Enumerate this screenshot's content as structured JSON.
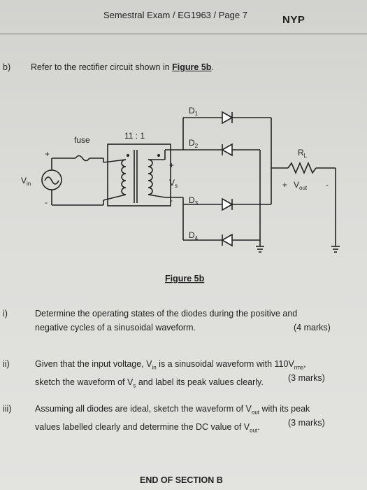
{
  "header": {
    "title": "Semestral Exam / EG1963 / Page 7",
    "logo_text": "NYP"
  },
  "question": {
    "label": "b)",
    "intro": "Refer to the rectifier circuit shown in ",
    "intro_link": "Figure 5b",
    "intro_end": "."
  },
  "figure": {
    "caption": "Figure 5b",
    "fuse_label": "fuse",
    "ratio_label": "11 : 1",
    "vin": "V",
    "vin_sub": "in",
    "vs": "V",
    "vs_sub": "s",
    "rl": "R",
    "rl_sub": "L",
    "vout": "V",
    "vout_sub": "out",
    "plus": "+",
    "minus": "-",
    "diodes": [
      {
        "name": "D",
        "sub": "1"
      },
      {
        "name": "D",
        "sub": "2"
      },
      {
        "name": "D",
        "sub": "3"
      },
      {
        "name": "D",
        "sub": "4"
      }
    ]
  },
  "parts": [
    {
      "num": "i)",
      "lines": [
        "Determine the operating states of the diodes during the positive and",
        "negative cycles of a sinusoidal waveform."
      ],
      "marks": "(4 marks)"
    },
    {
      "num": "ii)",
      "line1_a": "Given that the input voltage, V",
      "line1_sub": "in",
      "line1_b": " is a sinusoidal waveform with 110V",
      "line1_sub2": "rms",
      "line1_c": ",",
      "line2_a": "sketch the waveform of V",
      "line2_sub": "s",
      "line2_b": " and label its peak values clearly.",
      "marks": "(3 marks)"
    },
    {
      "num": "iii)",
      "line1_a": "Assuming all diodes are ideal, sketch the waveform of V",
      "line1_sub": "out",
      "line1_b": " with its peak",
      "line2_a": "values labelled clearly and determine the DC value of V",
      "line2_sub": "out",
      "line2_b": ".",
      "marks": "(3 marks)"
    }
  ],
  "footer": "END OF SECTION B"
}
